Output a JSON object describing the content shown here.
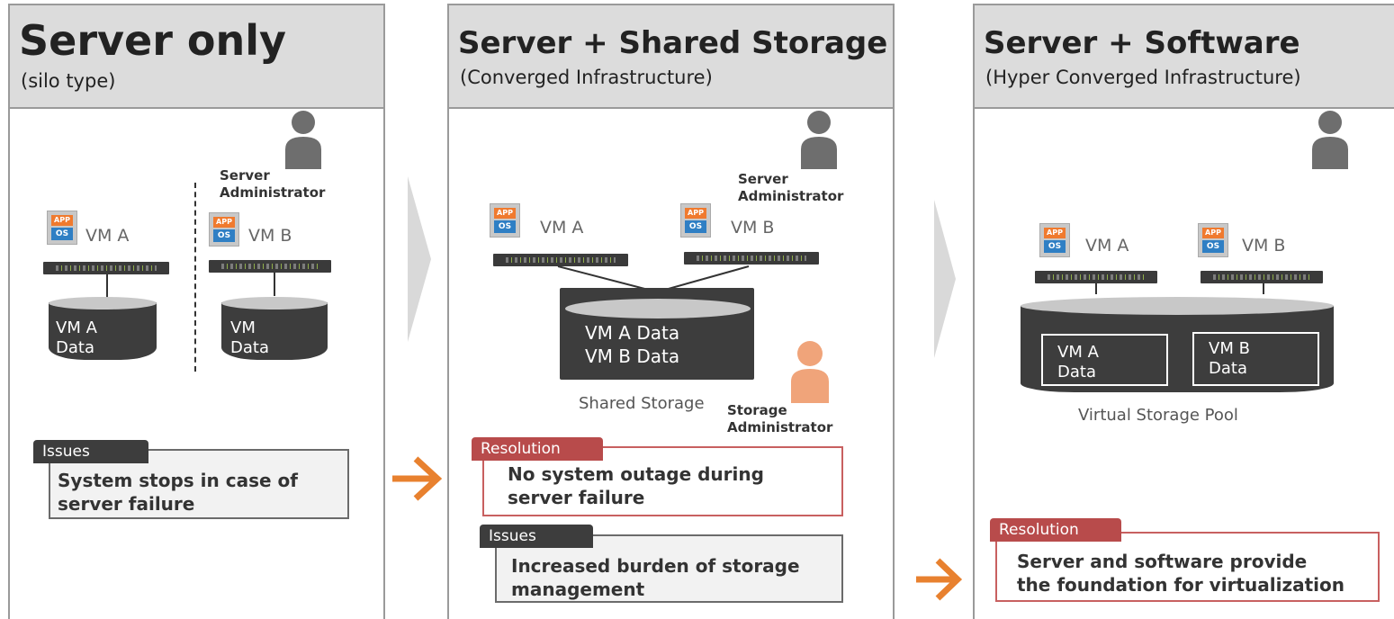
{
  "panels": [
    {
      "title": "Server only",
      "subtitle": "(silo type)",
      "admin_label_1": "Server",
      "admin_label_2": "Administrator",
      "vm_a": "VM A",
      "vm_b": "VM B",
      "disk_a_line1": "VM A",
      "disk_a_line2": "Data",
      "disk_b_line1": "VM",
      "disk_b_line2": "Data",
      "issue_tag": "Issues",
      "issue_line1": "System stops in case of",
      "issue_line2": "server failure"
    },
    {
      "title": "Server + Shared Storage",
      "subtitle": "(Converged Infrastructure)",
      "admin_label_1": "Server",
      "admin_label_2": "Administrator",
      "vm_a": "VM A",
      "vm_b": "VM B",
      "storage_line1": "VM A Data",
      "storage_line2": "VM B Data",
      "storage_label": "Shared Storage",
      "storage_admin_1": "Storage",
      "storage_admin_2": "Administrator",
      "resolution_tag": "Resolution",
      "resolution_line1": "No system outage during",
      "resolution_line2": "server failure",
      "issue_tag": "Issues",
      "issue_line1": "Increased burden of storage",
      "issue_line2": "management"
    },
    {
      "title": "Server + Software",
      "subtitle": "(Hyper Converged Infrastructure)",
      "vm_a": "VM A",
      "vm_b": "VM B",
      "pool_a_line1": "VM A",
      "pool_a_line2": "Data",
      "pool_b_line1": "VM B",
      "pool_b_line2": "Data",
      "pool_label": "Virtual Storage Pool",
      "resolution_tag": "Resolution",
      "resolution_line1": "Server and software provide",
      "resolution_line2": "the foundation for virtualization"
    }
  ],
  "icons": {
    "app_badge": "APP",
    "os_badge": "OS"
  },
  "colors": {
    "header_bg": "#dcdcdc",
    "orange_arrow": "#e8812f",
    "resolution_red": "#b84b4b",
    "issue_dark": "#3d3d3d",
    "server_admin": "#6e6e6e",
    "storage_admin": "#f0a47a"
  }
}
